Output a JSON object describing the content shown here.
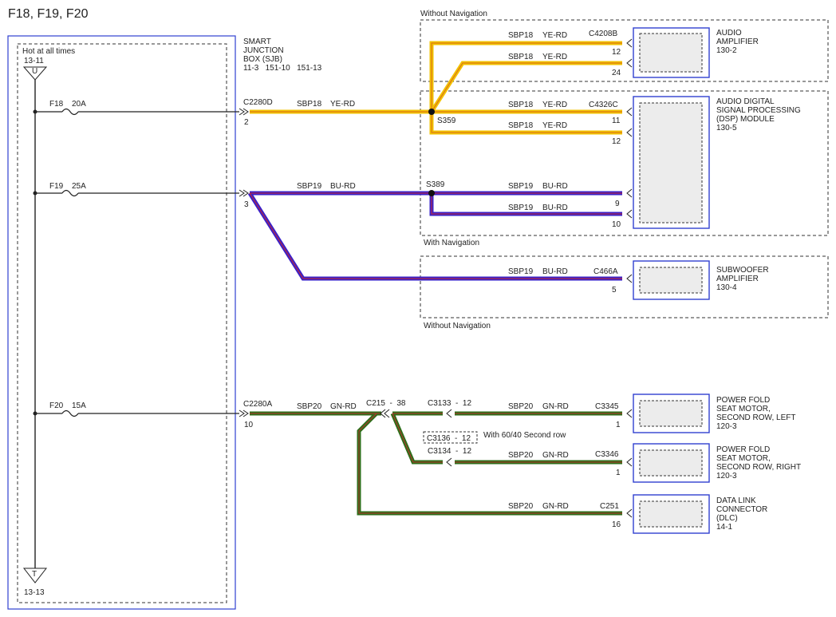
{
  "page_title": "F18, F19, F20",
  "colors": {
    "yellow_wire": "#f2c200",
    "yellow_stripe": "#d86a1c",
    "blue_wire": "#3a20c8",
    "blue_stripe": "#c8282c",
    "green_wire": "#2e6e1a",
    "green_stripe": "#b8302a",
    "module_border": "#3040d0",
    "module_fill": "#ececec"
  },
  "sjb": {
    "hot_label": "Hot at all times",
    "hot_ref": "13-11",
    "top_terminal": "U",
    "bottom_terminal": "T",
    "bottom_ref": "13-13",
    "name_lines": [
      "SMART",
      "JUNCTION",
      "BOX (SJB)",
      "11-3   151-10   151-13"
    ],
    "fuses": [
      {
        "name": "F18",
        "rating": "20A",
        "connector": "C2280D",
        "pin": "2"
      },
      {
        "name": "F19",
        "rating": "25A",
        "connector": "",
        "pin": "3"
      },
      {
        "name": "F20",
        "rating": "15A",
        "connector": "C2280A",
        "pin": "10"
      }
    ]
  },
  "circuits": {
    "sbp18": {
      "circuit": "SBP18",
      "color": "YE-RD"
    },
    "sbp19": {
      "circuit": "SBP19",
      "color": "BU-RD"
    },
    "sbp20": {
      "circuit": "SBP20",
      "color": "GN-RD"
    }
  },
  "splices": {
    "s359": "S359",
    "s389": "S389"
  },
  "option_labels": {
    "without_nav_top": "Without Navigation",
    "with_nav": "With Navigation",
    "without_nav_bottom": "Without Navigation",
    "with_6040": "With 60/40 Second row"
  },
  "connectors": {
    "c215": "C215  -  38",
    "c3133": "C3133  -  12",
    "c3136": "C3136  -  12",
    "c3134": "C3134  -  12"
  },
  "components": [
    {
      "lines": [
        "AUDIO",
        "AMPLIFIER",
        "130-2"
      ],
      "connector": "C4208B",
      "pins": [
        "12",
        "24"
      ]
    },
    {
      "lines": [
        "AUDIO DIGITAL",
        "SIGNAL PROCESSING",
        "(DSP) MODULE",
        "130-5"
      ],
      "connector": "C4326C",
      "pins": [
        "11",
        "12",
        "9",
        "10"
      ]
    },
    {
      "lines": [
        "SUBWOOFER",
        "AMPLIFIER",
        "130-4"
      ],
      "connector": "C466A",
      "pins": [
        "5"
      ]
    },
    {
      "lines": [
        "POWER FOLD",
        "SEAT MOTOR,",
        "SECOND ROW, LEFT",
        "120-3"
      ],
      "connector": "C3345",
      "pins": [
        "1"
      ]
    },
    {
      "lines": [
        "POWER FOLD",
        "SEAT MOTOR,",
        "SECOND ROW, RIGHT",
        "120-3"
      ],
      "connector": "C3346",
      "pins": [
        "1"
      ]
    },
    {
      "lines": [
        "DATA LINK",
        "CONNECTOR",
        "(DLC)",
        "14-1"
      ],
      "connector": "C251",
      "pins": [
        "16"
      ]
    }
  ]
}
